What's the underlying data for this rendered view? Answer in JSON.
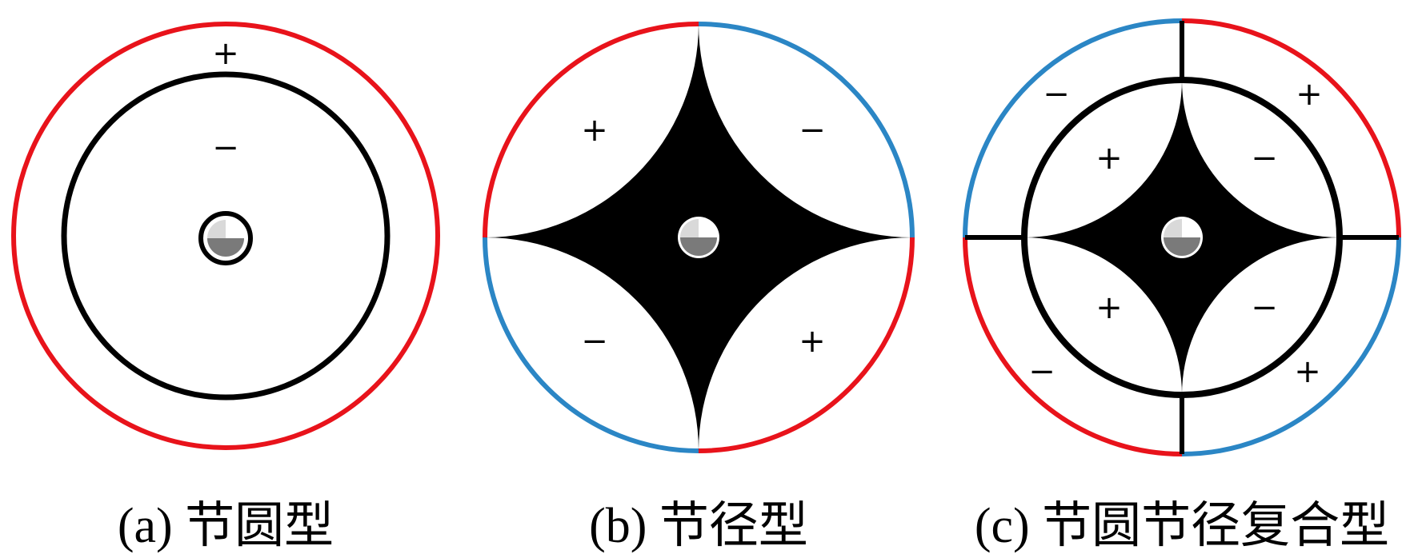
{
  "colors": {
    "positive_rim": "#e8131b",
    "negative_rim": "#2b86c5",
    "nodal": "#000000",
    "hub_dark": "#7a7a7a",
    "hub_light": "#d9d9d9"
  },
  "panels": [
    {
      "caption": "(a) 节圆型",
      "signs": [
        "+",
        "−"
      ]
    },
    {
      "caption": "(b) 节径型",
      "signs": [
        "+",
        "−",
        "−",
        "+"
      ]
    },
    {
      "caption": "(c) 节圆节径复合型",
      "signs": [
        "−",
        "+",
        "+",
        "−",
        "+",
        "−",
        "−",
        "+"
      ]
    }
  ]
}
